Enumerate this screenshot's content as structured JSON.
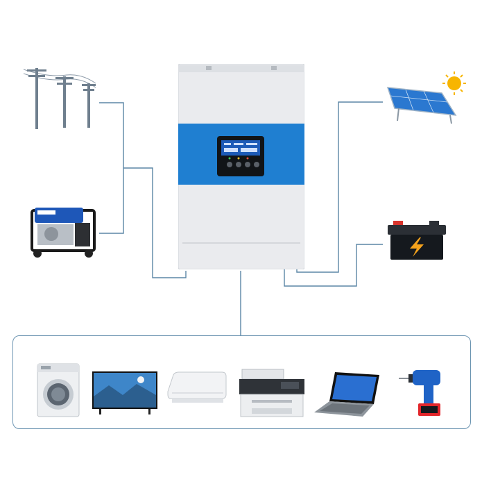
{
  "colors": {
    "wire": "#5b86a6",
    "inverter_body": "#e8eaed",
    "inverter_band": "#1f7fd1",
    "lcd_screen": "#1d5bb8",
    "battery": "#1a1f26",
    "battery_bolt": "#f4a21c",
    "solar_panel": "#2b78d0",
    "sun": "#f7b500"
  },
  "sources": [
    {
      "name": "utility-grid",
      "icon": "power-line-icon"
    },
    {
      "name": "generator",
      "icon": "generator-icon"
    },
    {
      "name": "solar-panel",
      "icon": "solar-panel-icon"
    },
    {
      "name": "battery",
      "icon": "battery-icon"
    }
  ],
  "center": {
    "name": "inverter",
    "icon": "inverter-icon"
  },
  "loads": [
    {
      "name": "washing-machine",
      "icon": "washing-machine-icon"
    },
    {
      "name": "television",
      "icon": "tv-icon"
    },
    {
      "name": "air-conditioner",
      "icon": "air-conditioner-icon"
    },
    {
      "name": "printer",
      "icon": "printer-icon"
    },
    {
      "name": "laptop",
      "icon": "laptop-icon"
    },
    {
      "name": "power-drill",
      "icon": "drill-icon"
    }
  ]
}
